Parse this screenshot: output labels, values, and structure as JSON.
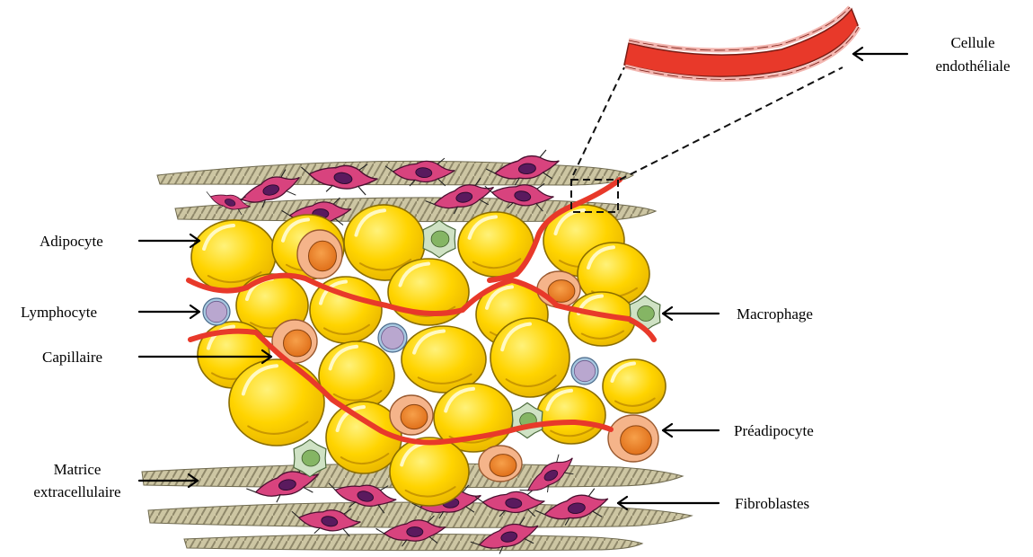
{
  "labels": {
    "adipocyte": "Adipocyte",
    "lymphocyte": "Lymphocyte",
    "capillaire": "Capillaire",
    "matrice_line1": "Matrice",
    "matrice_line2": "extracellulaire",
    "cellule_line1": "Cellule",
    "cellule_line2": "endothéliale",
    "macrophage": "Macrophage",
    "preadipocyte": "Préadipocyte",
    "fibroblastes": "Fibroblastes"
  },
  "colors": {
    "adipocyte_fill": "#ffd400",
    "adipocyte_stroke": "#8a6d00",
    "capillary": "#e8392a",
    "capillary_wall": "#f3b6b0",
    "fibroblast": "#d8437e",
    "fibroblast_nucleus": "#5a1a5e",
    "matrix": "#cdc6a3",
    "matrix_stroke": "#6f6a4f",
    "preadipocyte_outer": "#f5b48a",
    "preadipocyte_nucleus": "#ea7f1e",
    "lymphocyte": "#b9a7cf",
    "macrophage_outer": "#cfe2c4",
    "macrophage_nucleus": "#85b564"
  }
}
